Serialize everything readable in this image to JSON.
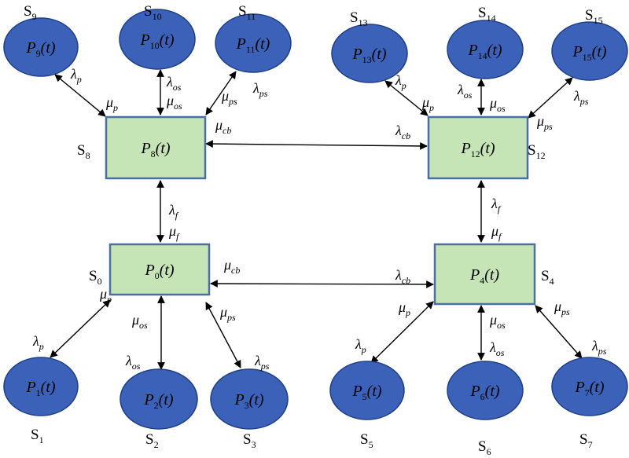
{
  "states": [
    {
      "id": "s0",
      "shape": "rect",
      "state": "S",
      "state_sub": "0",
      "func": "P",
      "func_sub": "0",
      "arg": "(t)"
    },
    {
      "id": "s1",
      "shape": "ellipse",
      "state": "S",
      "state_sub": "1",
      "func": "P",
      "func_sub": "1",
      "arg": "(t)"
    },
    {
      "id": "s2",
      "shape": "ellipse",
      "state": "S",
      "state_sub": "2",
      "func": "P",
      "func_sub": "2",
      "arg": "(t)"
    },
    {
      "id": "s3",
      "shape": "ellipse",
      "state": "S",
      "state_sub": "3",
      "func": "P",
      "func_sub": "3",
      "arg": "(t)"
    },
    {
      "id": "s4",
      "shape": "rect",
      "state": "S",
      "state_sub": "4",
      "func": "P",
      "func_sub": "4",
      "arg": "(t)"
    },
    {
      "id": "s5",
      "shape": "ellipse",
      "state": "S",
      "state_sub": "5",
      "func": "P",
      "func_sub": "5",
      "arg": "(t)"
    },
    {
      "id": "s6",
      "shape": "ellipse",
      "state": "S",
      "state_sub": "6",
      "func": "P",
      "func_sub": "6",
      "arg": "(t)"
    },
    {
      "id": "s7",
      "shape": "ellipse",
      "state": "S",
      "state_sub": "7",
      "func": "P",
      "func_sub": "7",
      "arg": "(t)"
    },
    {
      "id": "s8",
      "shape": "rect",
      "state": "S",
      "state_sub": "8",
      "func": "P",
      "func_sub": "8",
      "arg": "(t)"
    },
    {
      "id": "s9",
      "shape": "ellipse",
      "state": "S",
      "state_sub": "9",
      "func": "P",
      "func_sub": "9",
      "arg": "(t)"
    },
    {
      "id": "s10",
      "shape": "ellipse",
      "state": "S",
      "state_sub": "10",
      "func": "P",
      "func_sub": "10",
      "arg": "(t)"
    },
    {
      "id": "s11",
      "shape": "ellipse",
      "state": "S",
      "state_sub": "11",
      "func": "P",
      "func_sub": "11",
      "arg": "(t)"
    },
    {
      "id": "s12",
      "shape": "rect",
      "state": "S",
      "state_sub": "12",
      "func": "P",
      "func_sub": "12",
      "arg": "(t)"
    },
    {
      "id": "s13",
      "shape": "ellipse",
      "state": "S",
      "state_sub": "13",
      "func": "P",
      "func_sub": "13",
      "arg": "(t)"
    },
    {
      "id": "s14",
      "shape": "ellipse",
      "state": "S",
      "state_sub": "14",
      "func": "P",
      "func_sub": "14",
      "arg": "(t)"
    },
    {
      "id": "s15",
      "shape": "ellipse",
      "state": "S",
      "state_sub": "15",
      "func": "P",
      "func_sub": "15",
      "arg": "(t)"
    }
  ],
  "rates": {
    "lambda_p": {
      "sym": "λ",
      "sub": "p"
    },
    "lambda_os": {
      "sym": "λ",
      "sub": "os"
    },
    "lambda_ps": {
      "sym": "λ",
      "sub": "ps"
    },
    "lambda_f": {
      "sym": "λ",
      "sub": "f"
    },
    "lambda_cb": {
      "sym": "λ",
      "sub": "cb"
    },
    "mu_p": {
      "sym": "μ",
      "sub": "p"
    },
    "mu_os": {
      "sym": "μ",
      "sub": "os"
    },
    "mu_ps": {
      "sym": "μ",
      "sub": "ps"
    },
    "mu_f": {
      "sym": "μ",
      "sub": "f"
    },
    "mu_cb": {
      "sym": "μ",
      "sub": "cb"
    }
  },
  "colors": {
    "ellipse_fill": "#3b62b8",
    "ellipse_stroke": "#1f3f86",
    "rect_fill": "#c6e5b6",
    "rect_stroke": "#4a6fa5"
  }
}
